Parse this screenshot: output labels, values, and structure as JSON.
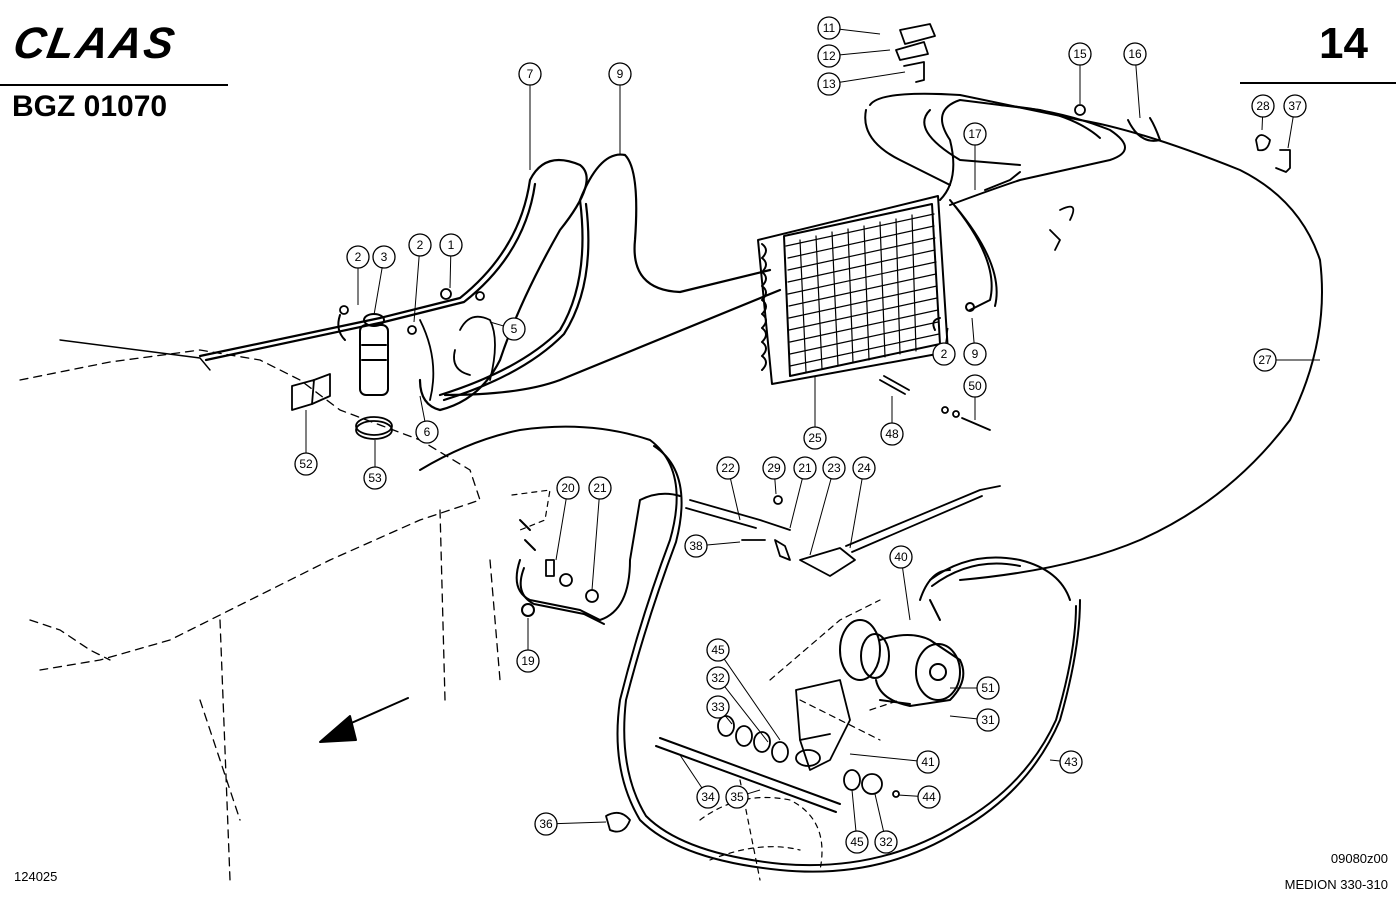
{
  "header": {
    "brand": "CLAAS",
    "document_code": "BGZ 01070",
    "page_number": "14"
  },
  "footer": {
    "left_ref": "124025",
    "drawing_ref": "09080z00",
    "model": "MEDION 330-310"
  },
  "callouts": [
    {
      "label": "11"
    },
    {
      "label": "12"
    },
    {
      "label": "13"
    },
    {
      "label": "7"
    },
    {
      "label": "9"
    },
    {
      "label": "15"
    },
    {
      "label": "16"
    },
    {
      "label": "28"
    },
    {
      "label": "37"
    },
    {
      "label": "17"
    },
    {
      "label": "2"
    },
    {
      "label": "3"
    },
    {
      "label": "2"
    },
    {
      "label": "1"
    },
    {
      "label": "5"
    },
    {
      "label": "6"
    },
    {
      "label": "52"
    },
    {
      "label": "53"
    },
    {
      "label": "25"
    },
    {
      "label": "2"
    },
    {
      "label": "9"
    },
    {
      "label": "27"
    },
    {
      "label": "50"
    },
    {
      "label": "48"
    },
    {
      "label": "22"
    },
    {
      "label": "29"
    },
    {
      "label": "21"
    },
    {
      "label": "23"
    },
    {
      "label": "24"
    },
    {
      "label": "20"
    },
    {
      "label": "21"
    },
    {
      "label": "38"
    },
    {
      "label": "40"
    },
    {
      "label": "19"
    },
    {
      "label": "45"
    },
    {
      "label": "32"
    },
    {
      "label": "33"
    },
    {
      "label": "51"
    },
    {
      "label": "31"
    },
    {
      "label": "41"
    },
    {
      "label": "43"
    },
    {
      "label": "34"
    },
    {
      "label": "35"
    },
    {
      "label": "44"
    },
    {
      "label": "36"
    },
    {
      "label": "45"
    },
    {
      "label": "32"
    }
  ]
}
